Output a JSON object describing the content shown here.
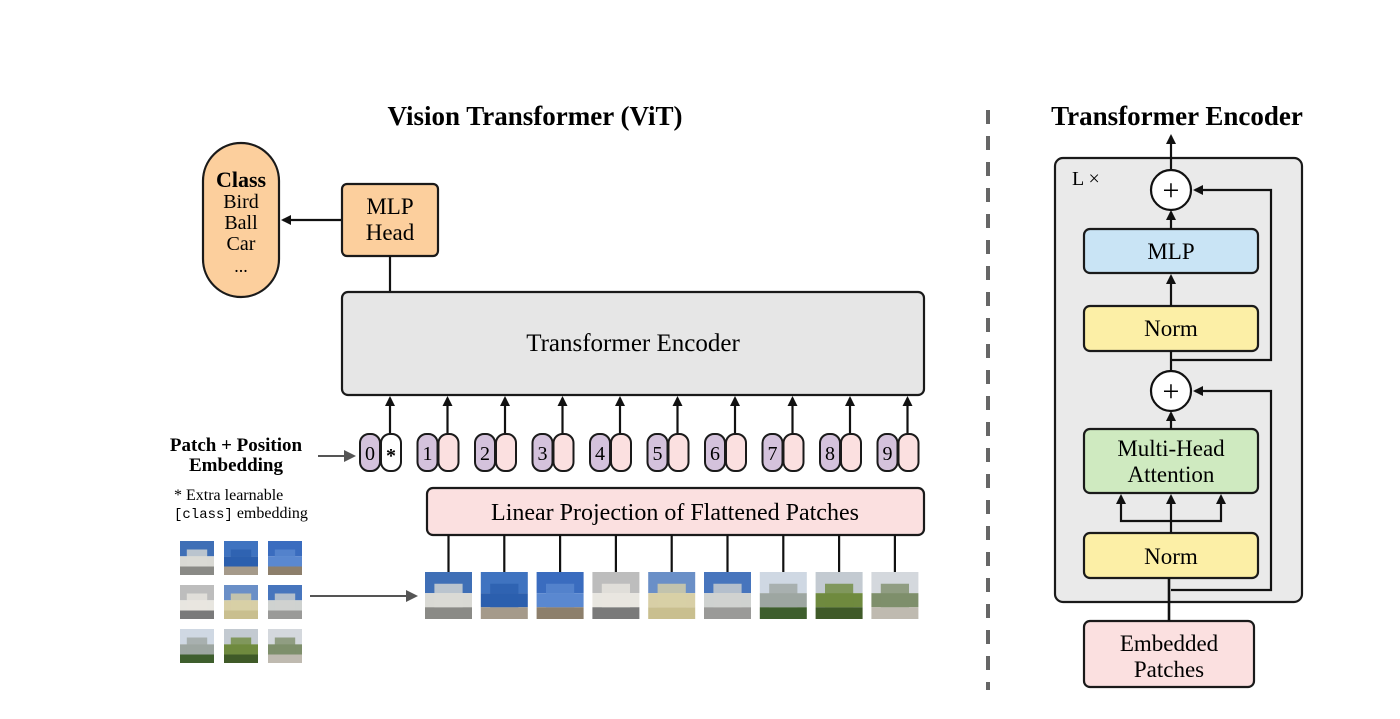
{
  "vit": {
    "title": "Vision Transformer (ViT)",
    "class_box": {
      "title": "Class",
      "items": [
        "Bird",
        "Ball",
        "Car",
        "..."
      ]
    },
    "mlp_head": {
      "line1": "MLP",
      "line2": "Head"
    },
    "encoder_label": "Transformer Encoder",
    "embedding_label": {
      "line1": "Patch + Position",
      "line2": "Embedding"
    },
    "note": {
      "line1": "* Extra learnable",
      "line2_code": "[class]",
      "line2_rest": " embedding"
    },
    "tokens": [
      "0",
      "1",
      "2",
      "3",
      "4",
      "5",
      "6",
      "7",
      "8",
      "9"
    ],
    "class_token_mark": "*",
    "projection_label": "Linear Projection of Flattened Patches"
  },
  "encoder_detail": {
    "title": "Transformer Encoder",
    "repeat_label": "L ×",
    "mlp_label": "MLP",
    "norm_top_label": "Norm",
    "plus_symbol": "+",
    "mha": {
      "line1": "Multi-Head",
      "line2": "Attention"
    },
    "norm_bottom_label": "Norm",
    "embedded": {
      "line1": "Embedded",
      "line2": "Patches"
    }
  },
  "colors": {
    "class_box": "#fccf9d",
    "mlp_head": "#fccf9d",
    "encoder": "#e6e6e6",
    "position_token": "#d4c2dc",
    "patch_token": "#fbe0e0",
    "projection": "#fbe0e0",
    "mlp": "#c9e4f5",
    "norm": "#fcefa6",
    "mha": "#cfeac0",
    "embedded": "#fbe0e0",
    "outer": "#eaeaea"
  }
}
